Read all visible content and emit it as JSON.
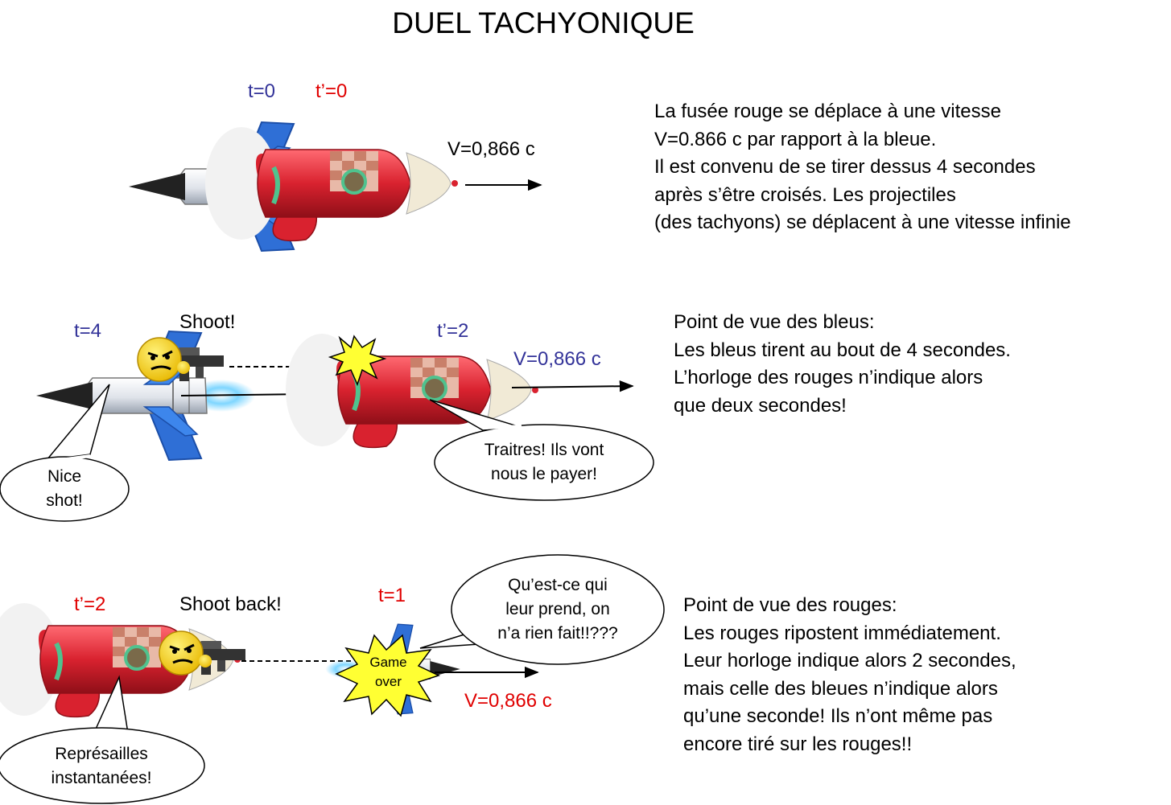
{
  "title": "DUEL TACHYONIQUE",
  "colors": {
    "blue_label": "#333399",
    "red_label": "#e00000",
    "blue_ship": "#2f6fd6",
    "red_ship": "#d9222f",
    "explosion": "#ffff33"
  },
  "scene1": {
    "t_label": "t=0",
    "tprime_label": "t’=0",
    "velocity": "V=0,866 c",
    "text": [
      "La fusée rouge se déplace à une vitesse",
      "V=0.866 c par rapport à la bleue.",
      "Il est convenu de se tirer dessus 4 secondes",
      "après s’être croisés. Les projectiles",
      "(des tachyons) se déplacent à une vitesse infinie"
    ]
  },
  "scene2": {
    "t_label": "t=4",
    "shout": "Shoot!",
    "tprime_label": "t’=2",
    "velocity": "V=0,866 c",
    "bubble_blue": [
      "Nice",
      "shot!"
    ],
    "bubble_red": [
      "Traitres! Ils vont",
      "nous le payer!"
    ],
    "text": [
      "Point de vue des bleus:",
      "Les bleus tirent  au bout de 4 secondes.",
      "L’horloge des rouges n’indique alors",
      "que deux secondes!"
    ]
  },
  "scene3": {
    "tprime_label": "t’=2",
    "shout": "Shoot back!",
    "t_label": "t=1",
    "velocity": "V=0,866 c",
    "explosion_text": [
      "Game",
      "over"
    ],
    "bubble_blue": [
      "Qu’est-ce qui",
      "leur prend, on",
      "n’a rien fait!!???"
    ],
    "bubble_red": [
      "Représailles",
      "instantanées!"
    ],
    "text": [
      "Point de vue des rouges:",
      "Les rouges ripostent immédiatement.",
      "Leur horloge indique alors 2 secondes,",
      "mais celle des bleues n’indique alors",
      "qu’une seconde! Ils n’ont même pas",
      "encore tiré sur les rouges!!"
    ]
  }
}
